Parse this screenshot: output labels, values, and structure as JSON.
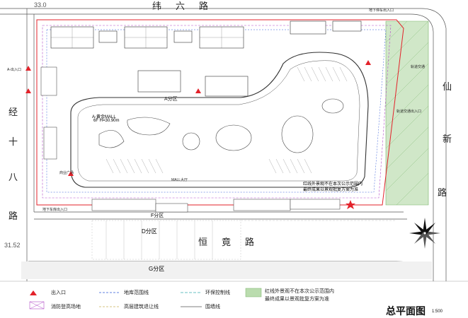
{
  "roads": {
    "north": "纬六路",
    "west_chars": [
      "经",
      "十",
      "八",
      "路"
    ],
    "east_chars": [
      "仙",
      "新",
      "路"
    ],
    "south": "恒竟路"
  },
  "coords": {
    "top_left": "33.0",
    "bottom_left": "31.52"
  },
  "zones": {
    "a_zone": "A分区",
    "d_zone": "D分区",
    "f_zone": "F分区",
    "g_zone": "G分区",
    "mall_name": "A-黄金MALL",
    "mall_floors": "6F H=30.90m"
  },
  "site_labels": {
    "entrance": "A-出入口",
    "lobby": "MALL大厅",
    "garage_1": "地下车库出入口",
    "garage_2": "地下停车出入口",
    "rail": "轨道交通",
    "rail_2": "轨道交通出入口",
    "square": "商业广场"
  },
  "note": {
    "line1": "红线外景观不在本次公示范围内",
    "line2": "最终成果以景观批复方案为准"
  },
  "legend": {
    "entrance": "出入口",
    "fire": "消防登高场地",
    "basement": "地库范围线",
    "setback": "高层建筑退让线",
    "env": "环保控制线",
    "wall": "围墙线"
  },
  "colors": {
    "red_line": "#e3222a",
    "purple_line": "#b24dc8",
    "blue_line": "#2f57d8",
    "green_zone": "#a9d39a",
    "road_fill": "#f3f3f3"
  },
  "title": {
    "main": "总平面图",
    "scale": "1:500"
  }
}
